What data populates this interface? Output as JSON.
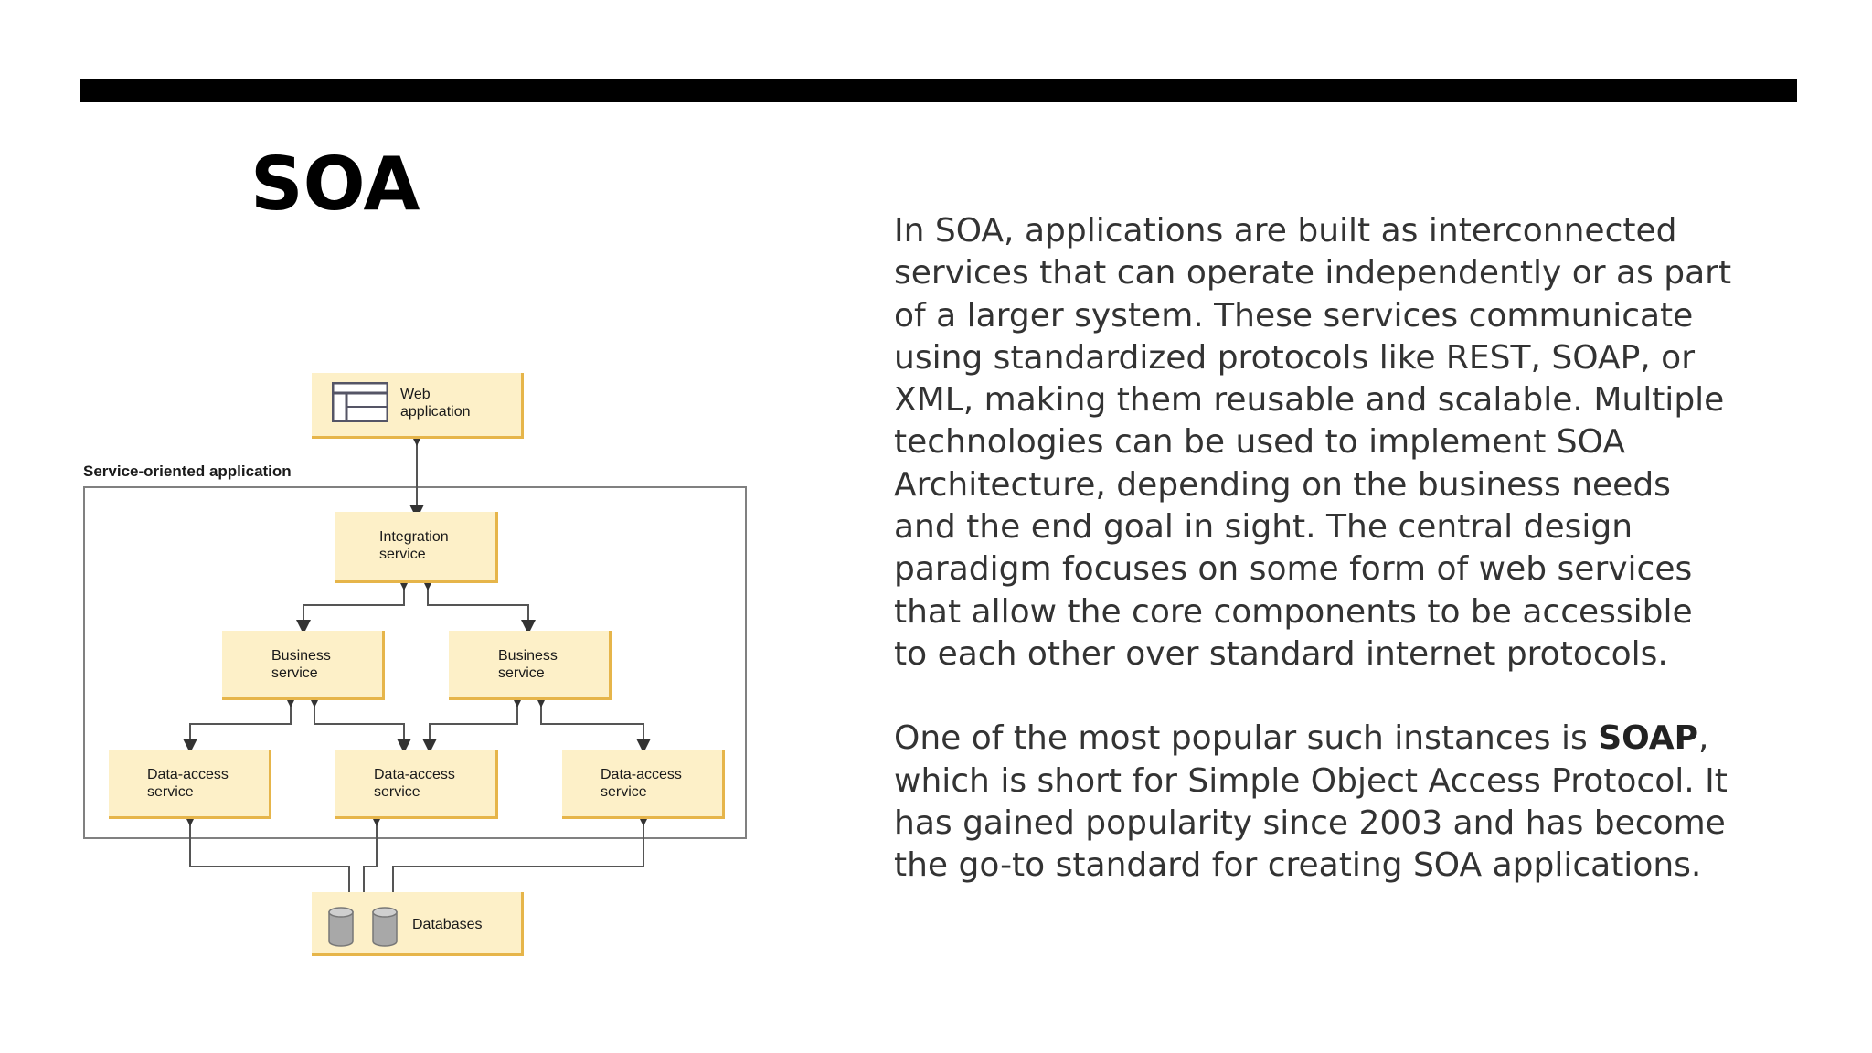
{
  "slide": {
    "title": "SOA",
    "paragraph1": "In SOA, applications are built as interconnected services that can operate independently or as part of a larger system. These services communicate using standardized protocols like REST, SOAP, or XML, making them reusable and scalable. Multiple technologies can be used to implement SOA Architecture, depending on the business needs and the end goal in sight. The central design paradigm focuses on some form of web services that allow the core components to be accessible to each other over standard internet protocols.",
    "paragraph2_before": "One of the most popular such instances is ",
    "paragraph2_bold": "SOAP",
    "paragraph2_after": ", which is short for Simple Object Access Protocol. It has gained popularity since 2003 and has become the go-to standard for creating SOA applications."
  },
  "diagram": {
    "web_application": [
      "Web",
      "application"
    ],
    "container_label": "Service-oriented application",
    "integration_service": [
      "Integration",
      "service"
    ],
    "business_service_1": [
      "Business",
      "service"
    ],
    "business_service_2": [
      "Business",
      "service"
    ],
    "data_access_1": [
      "Data-access",
      "service"
    ],
    "data_access_2": [
      "Data-access",
      "service"
    ],
    "data_access_3": [
      "Data-access",
      "service"
    ],
    "databases": "Databases"
  },
  "colors": {
    "box_fill": "#fdf0c8",
    "box_shadow": "#e6b54a",
    "top_bar": "#000000",
    "body_text": "#333333"
  }
}
